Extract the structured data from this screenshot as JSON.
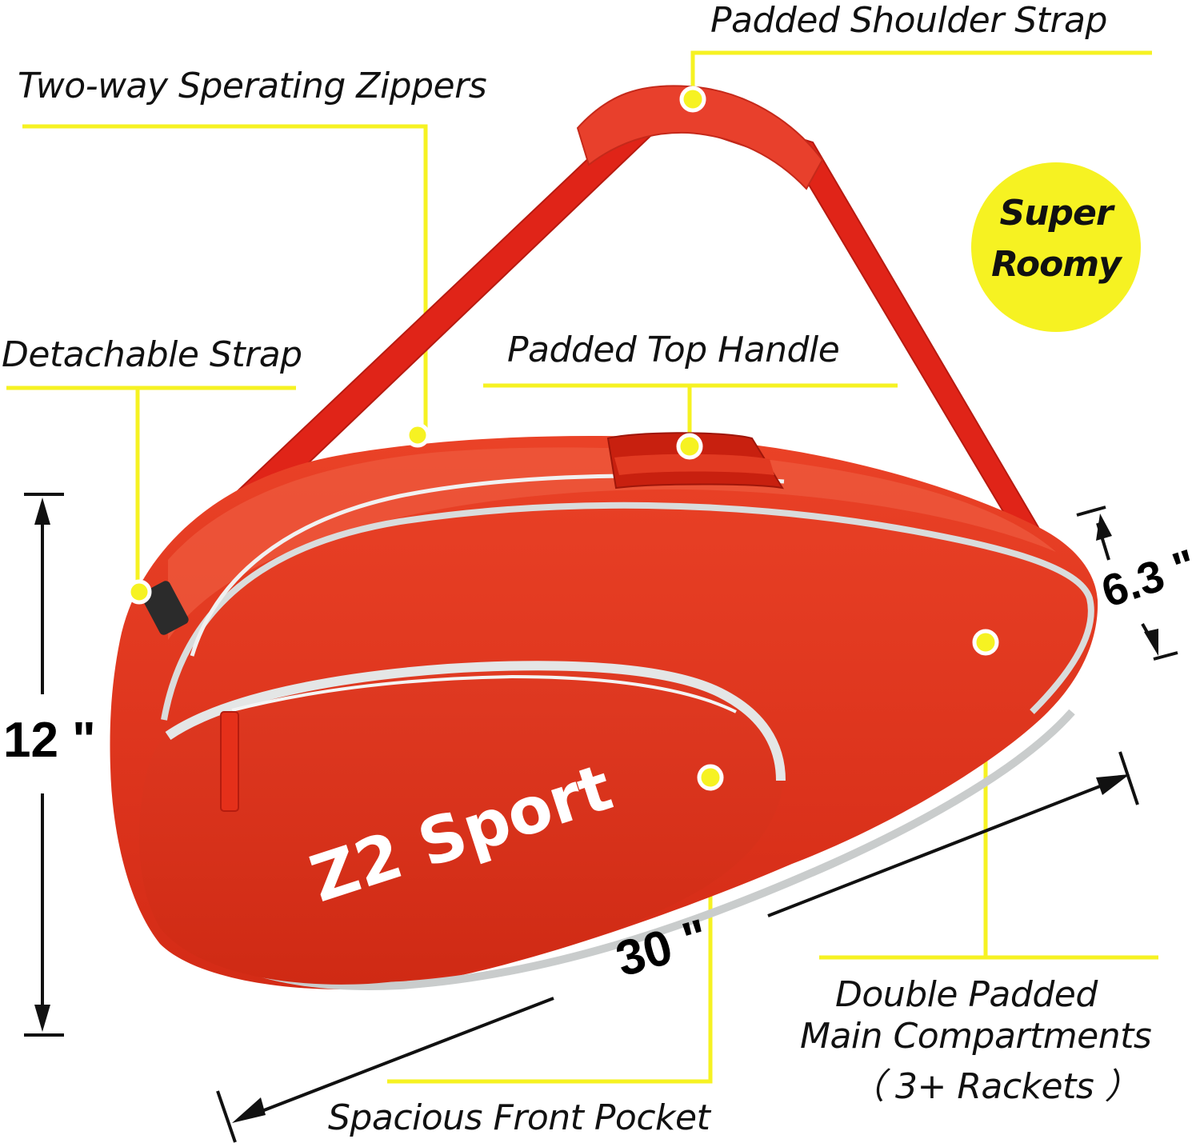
{
  "callouts": {
    "shoulder_strap": "Padded Shoulder Strap",
    "zippers": "Two-way Sperating Zippers",
    "detachable_strap": "Detachable Strap",
    "top_handle": "Padded Top Handle",
    "main_compartments": [
      "Double Padded",
      "Main Compartments",
      "（ 3+ Rackets ）"
    ],
    "front_pocket": "Spacious Front Pocket"
  },
  "badge": {
    "line1": "Super",
    "line2": "Roomy"
  },
  "dimensions": {
    "height": "12 \"",
    "length": "30 \"",
    "depth": "6.3 \""
  },
  "brand": "Z2 Sport",
  "colors": {
    "bag_red": "#e2341c",
    "bag_dark_red": "#c4240f",
    "strap_red": "#e02418",
    "piping": "#d9dcdc",
    "callout_yellow": "#f6f222",
    "text": "#111111"
  }
}
